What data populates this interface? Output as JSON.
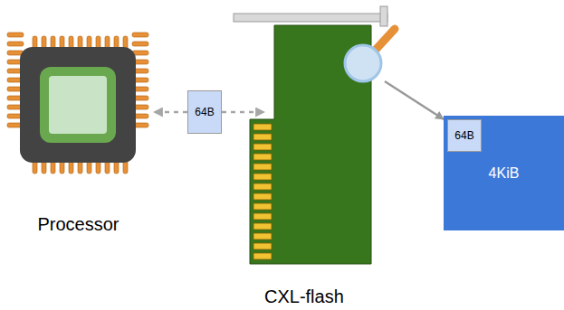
{
  "diagram": {
    "nodes": [
      {
        "text": [
          "Processor"
        ]
      },
      {
        "text": [
          "64B"
        ]
      },
      {
        "text": [
          "CXL-flash"
        ]
      },
      {
        "text": [
          "4KiB"
        ]
      },
      {
        "text": [
          "64B"
        ],
        "in": 3
      }
    ],
    "edges": [
      {
        "from": 1,
        "to": 0,
        "arrow": "to"
      },
      {
        "from": 1,
        "to": 2,
        "arrow": "to"
      },
      {
        "from": 2,
        "to": 3,
        "arrow": "to"
      }
    ]
  }
}
